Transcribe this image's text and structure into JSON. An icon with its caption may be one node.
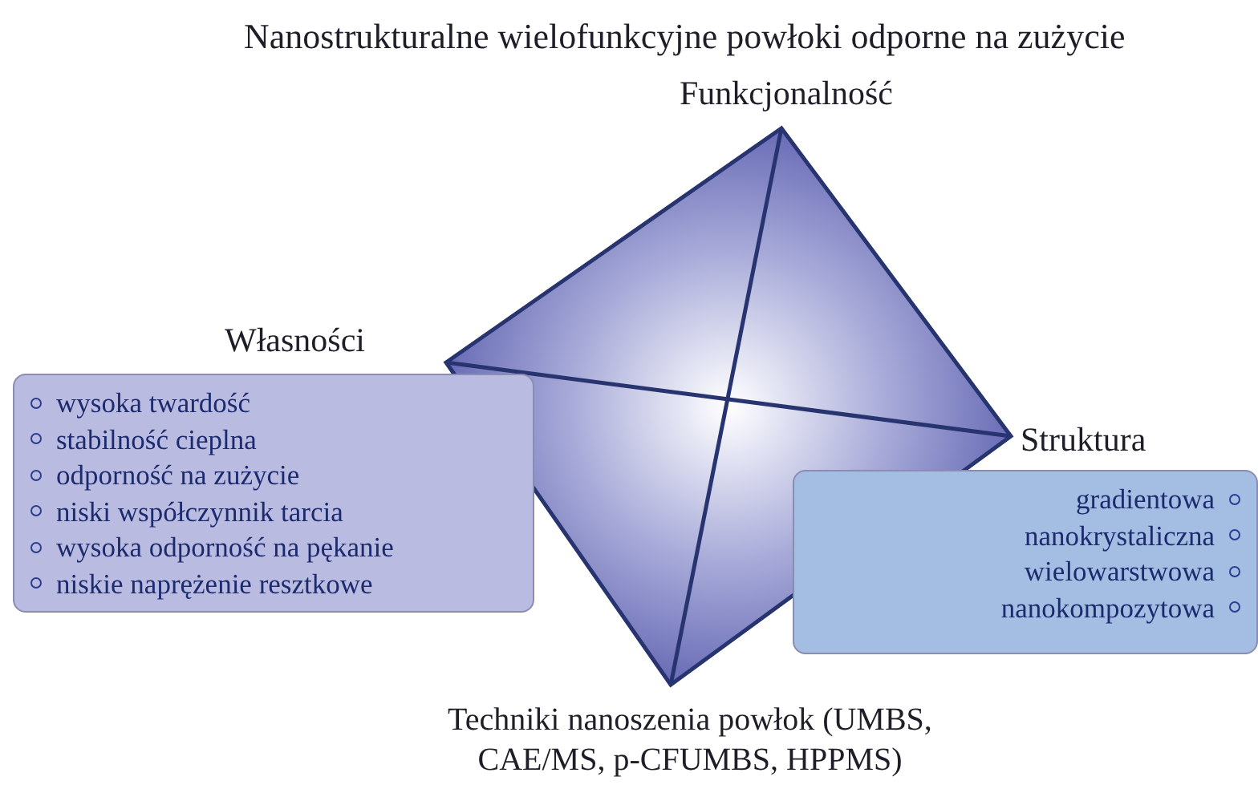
{
  "diagram": {
    "title": "Nanostrukturalne wielofunkcyjne powłoki odporne na zużycie",
    "nodes": [
      {
        "text": [],
        "shape": "diamond",
        "beside": [
          "Funkcjonalność",
          "Techniki nanoszenia powłok (UMBS, CAE/MS, p-CFUMBS, HPPMS)"
        ]
      },
      {
        "text": [
          "Własności",
          "wysoka twardość",
          "stabilność cieplna",
          "odporność na zużycie",
          "niski współczynnik tarcia",
          "wysoka odporność na pękanie",
          "niskie naprężenie resztkowe"
        ]
      },
      {
        "text": [
          "Struktura",
          "gradientowa",
          "nanokrystaliczna",
          "wielowarstwowa",
          "nanokompozytowa"
        ]
      }
    ]
  }
}
